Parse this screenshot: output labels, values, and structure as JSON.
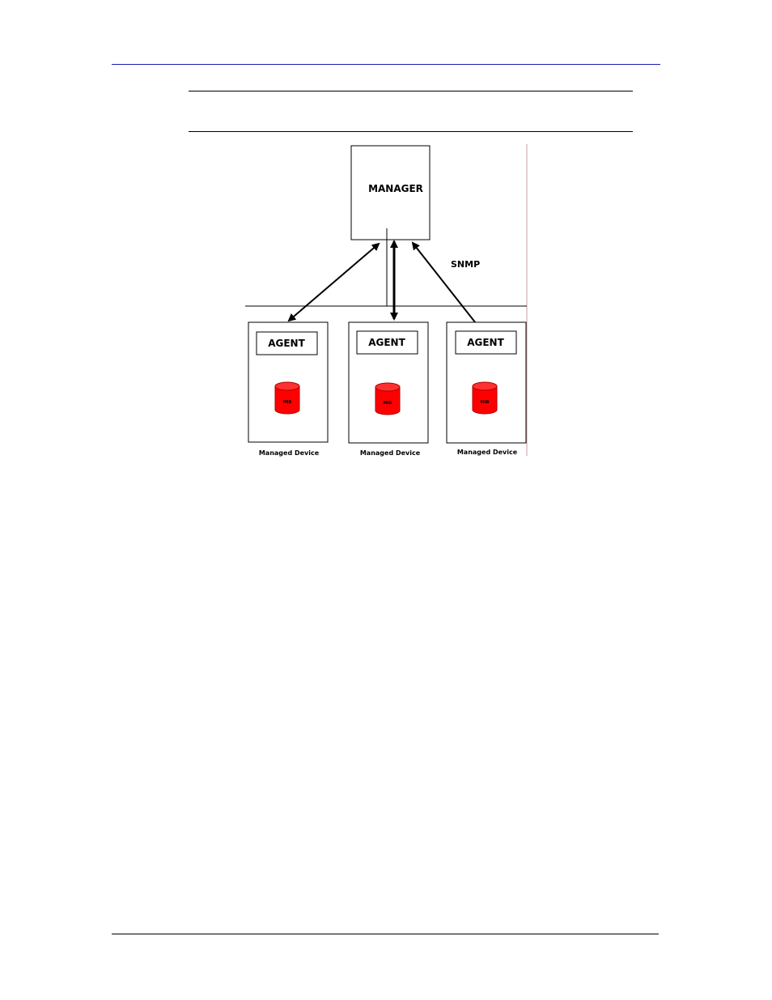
{
  "diagram": {
    "manager_label": "MANAGER",
    "protocol_label": "SNMP",
    "devices": [
      {
        "agent_label": "AGENT",
        "mib_label": "MIB",
        "device_label": "Managed Device"
      },
      {
        "agent_label": "AGENT",
        "mib_label": "MIB",
        "device_label": "Managed Device"
      },
      {
        "agent_label": "AGENT",
        "mib_label": "MIB",
        "device_label": "Managed Device"
      }
    ]
  },
  "colors": {
    "header_rule": "#1a1ab8",
    "mib_fill": "#ff0000",
    "mib_stroke": "#b00000"
  }
}
